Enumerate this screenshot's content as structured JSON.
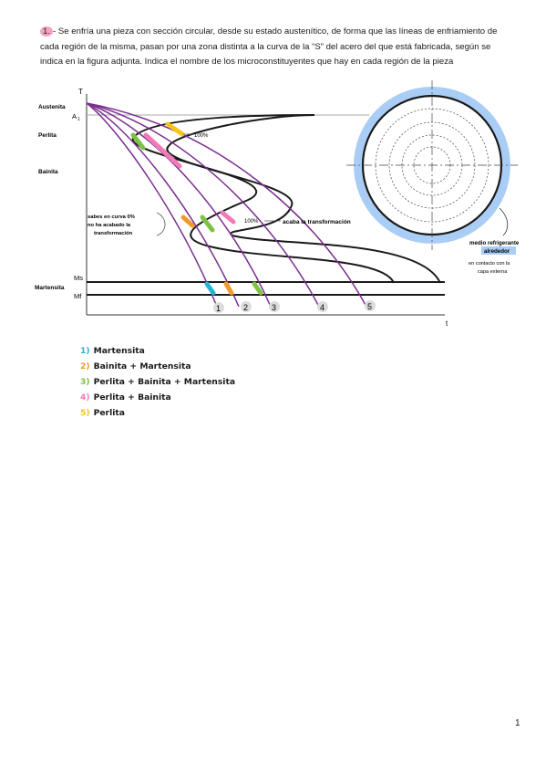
{
  "question": {
    "number": "1.",
    "text": "- Se enfría una pieza con sección circular, desde su estado austenítico, de forma que las líneas de enfriamiento de cada región de la misma, pasan por una zona distinta a la curva de la “S” del acero del que está fabricada, según se indica en la figura adjunta. Indica el nombre de los microconstituyentes que hay en cada región de la pieza"
  },
  "diagram": {
    "axis_t_label": "T",
    "axis_time_label": "t",
    "labels": {
      "austenita": "Austenita",
      "a1": "A",
      "a1_sub": "1",
      "perlita": "Perlita",
      "bainita": "Bainita",
      "martensita": "Martensita",
      "ms": "Ms",
      "mf": "Mf"
    },
    "annotations": {
      "pct_top": "100%",
      "pct_mid": "100%",
      "ends_transformation": "acaba la transformación",
      "note_line1": "sabes en curva 0%",
      "note_line2": "no ha acabado la",
      "note_line3": "transformación"
    },
    "curve_numbers": [
      "1",
      "2",
      "3",
      "4",
      "5"
    ],
    "circle_note": {
      "line1": "medio refrigerante",
      "line2": "alrededor",
      "line3": "en contacto con la",
      "line4": "capa externa"
    },
    "colors": {
      "curve": "#7a2f8e",
      "medium": "#a9cdf5",
      "c1": "#22b5d6",
      "c2": "#f39a2b",
      "c3": "#7ec242",
      "c4": "#f07bb8",
      "c5": "#f5c518"
    }
  },
  "answers": [
    {
      "num": "1)",
      "text": "Martensita",
      "color": "#22b5d6"
    },
    {
      "num": "2)",
      "text": "Bainita + Martensita",
      "color": "#f39a2b"
    },
    {
      "num": "3)",
      "text": "Perlita + Bainita + Martensita",
      "color": "#7ec242"
    },
    {
      "num": "4)",
      "text": "Perlita + Bainita",
      "color": "#f07bb8"
    },
    {
      "num": "5)",
      "text": "Perlita",
      "color": "#f5c518"
    }
  ],
  "page_number": "1"
}
